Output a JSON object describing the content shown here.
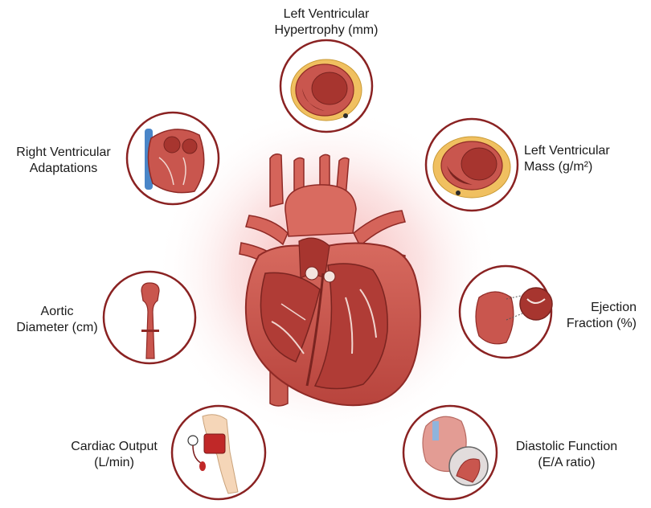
{
  "labels": {
    "lvh": {
      "line1": "Left Ventricular",
      "line2": "Hypertrophy (mm)",
      "icon": "heart-cross-section-thick-wall-icon"
    },
    "lvm": {
      "line1": "Left Ventricular",
      "line2": "Mass (g/m²)",
      "icon": "heart-cross-section-mass-icon"
    },
    "rv": {
      "line1": "Right Ventricular",
      "line2": "Adaptations",
      "icon": "right-ventricle-heart-icon"
    },
    "aortic": {
      "line1": "Aortic",
      "line2": "Diameter (cm)",
      "icon": "aorta-vessel-icon"
    },
    "ef": {
      "line1": "Ejection",
      "line2": "Fraction (%)",
      "icon": "heart-valve-zoom-icon"
    },
    "co": {
      "line1": "Cardiac Output",
      "line2": "(L/min)",
      "icon": "arm-blood-pressure-cuff-icon"
    },
    "df": {
      "line1": "Diastolic Function",
      "line2": "(E/A ratio)",
      "icon": "heart-doppler-zoom-icon"
    }
  },
  "colors": {
    "ring": "#8a2222",
    "heart_main": "#c9564e",
    "heart_dark": "#8f2a26",
    "heart_light": "#e08a80",
    "glow": "#f3b3b3",
    "fat": "#f0c060",
    "vein_blue": "#4a86c8"
  },
  "center_icon": "anatomical-heart-icon"
}
